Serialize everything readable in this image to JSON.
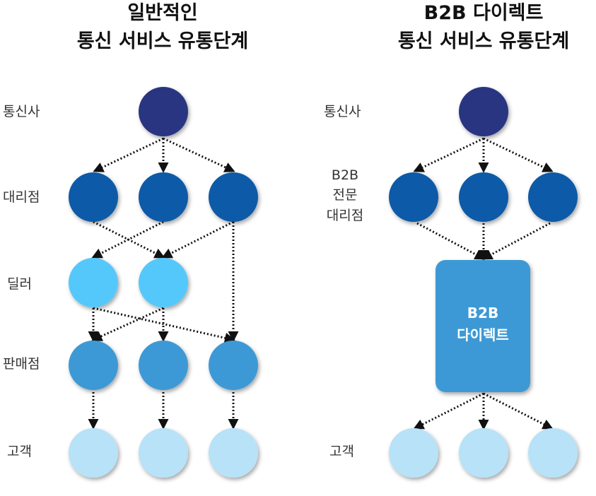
{
  "left": {
    "title_line1": "일반적인",
    "title_line2": "통신 서비스 유통단계",
    "labels": [
      "통신사",
      "대리점",
      "딜러",
      "판매점",
      "고객"
    ]
  },
  "right": {
    "title_line1": "B2B 다이렉트",
    "title_line2": "통신 서비스 유통단계",
    "labels": {
      "carrier": "통신사",
      "agency_line1": "B2B",
      "agency_line2": "전문",
      "agency_line3": "대리점",
      "customer": "고객"
    },
    "box_line1": "B2B",
    "box_line2": "다이렉트"
  },
  "colors": {
    "carrier": "#2c3581",
    "agency": "#0e5aa8",
    "dealer": "#55c8fb",
    "retailer": "#3d99d6",
    "customer": "#b7e2f8",
    "direct_box": "#3d99d6",
    "arrow": "#111111"
  }
}
